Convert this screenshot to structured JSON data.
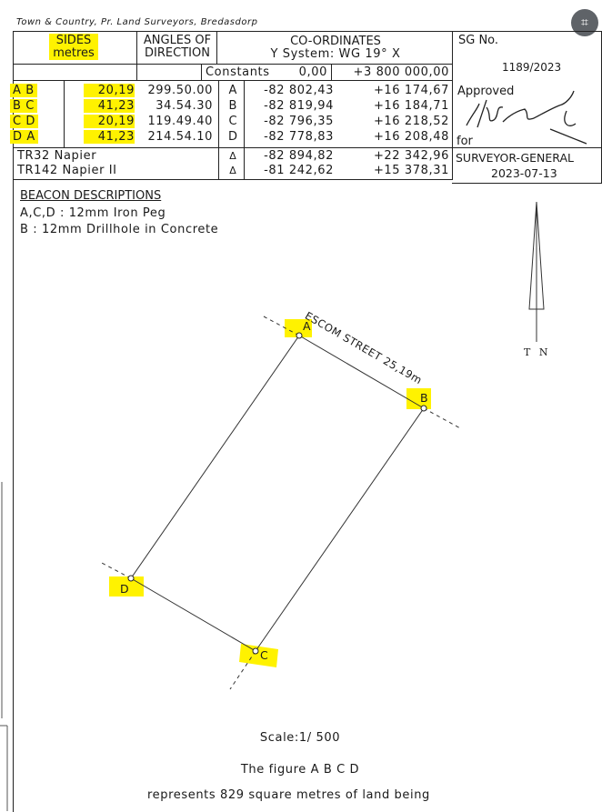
{
  "header": {
    "surveyor": "Town & Country, Pr. Land Surveyors, Bredasdorp"
  },
  "table": {
    "sides_label": "SIDES",
    "metres_label": "metres",
    "angles_label_1": "ANGLES OF",
    "angles_label_2": "DIRECTION",
    "coords_label": "CO-ORDINATES",
    "system_label": "Y  System: WG 19°  X",
    "constants_label": "Constants",
    "constant_y": "0,00",
    "constant_x": "+3 800 000,00",
    "rows": [
      {
        "side": "A B",
        "length": "20,19",
        "angle": "299.50.00",
        "pt": "A",
        "y": "-82 802,43",
        "x": "+16 174,67"
      },
      {
        "side": "B C",
        "length": "41,23",
        "angle": "34.54.30",
        "pt": "B",
        "y": "-82 819,94",
        "x": "+16 184,71"
      },
      {
        "side": "C D",
        "length": "20,19",
        "angle": "119.49.40",
        "pt": "C",
        "y": "-82 796,35",
        "x": "+16 218,52"
      },
      {
        "side": "D A",
        "length": "41,23",
        "angle": "214.54.10",
        "pt": "D",
        "y": "-82 778,83",
        "x": "+16 208,48"
      }
    ],
    "trig": [
      {
        "name": "TR32 Napier",
        "sym": "Δ",
        "y": "-82 894,82",
        "x": "+22 342,96"
      },
      {
        "name": "TR142 Napier II",
        "sym": "Δ",
        "y": "-81 242,62",
        "x": "+15 378,31"
      }
    ]
  },
  "sg": {
    "label": "SG No.",
    "number": "1189/2023",
    "approved": "Approved",
    "for": "for",
    "office": "SURVEYOR-GENERAL",
    "date": "2023-07-13"
  },
  "beacons": {
    "title": "BEACON DESCRIPTIONS",
    "line1": "A,C,D : 12mm Iron Peg",
    "line2": "B : 12mm Drillhole in Concrete"
  },
  "diagram": {
    "street": "ESCOM STREET 25,19m",
    "labels": {
      "a": "A",
      "b": "B",
      "c": "C",
      "d": "D"
    },
    "north": "T N",
    "highlight_color": "#fff200"
  },
  "footer": {
    "scale": "Scale:1/ 500",
    "figure": "The figure A B C D",
    "represents": "represents 829 square metres of land being"
  }
}
